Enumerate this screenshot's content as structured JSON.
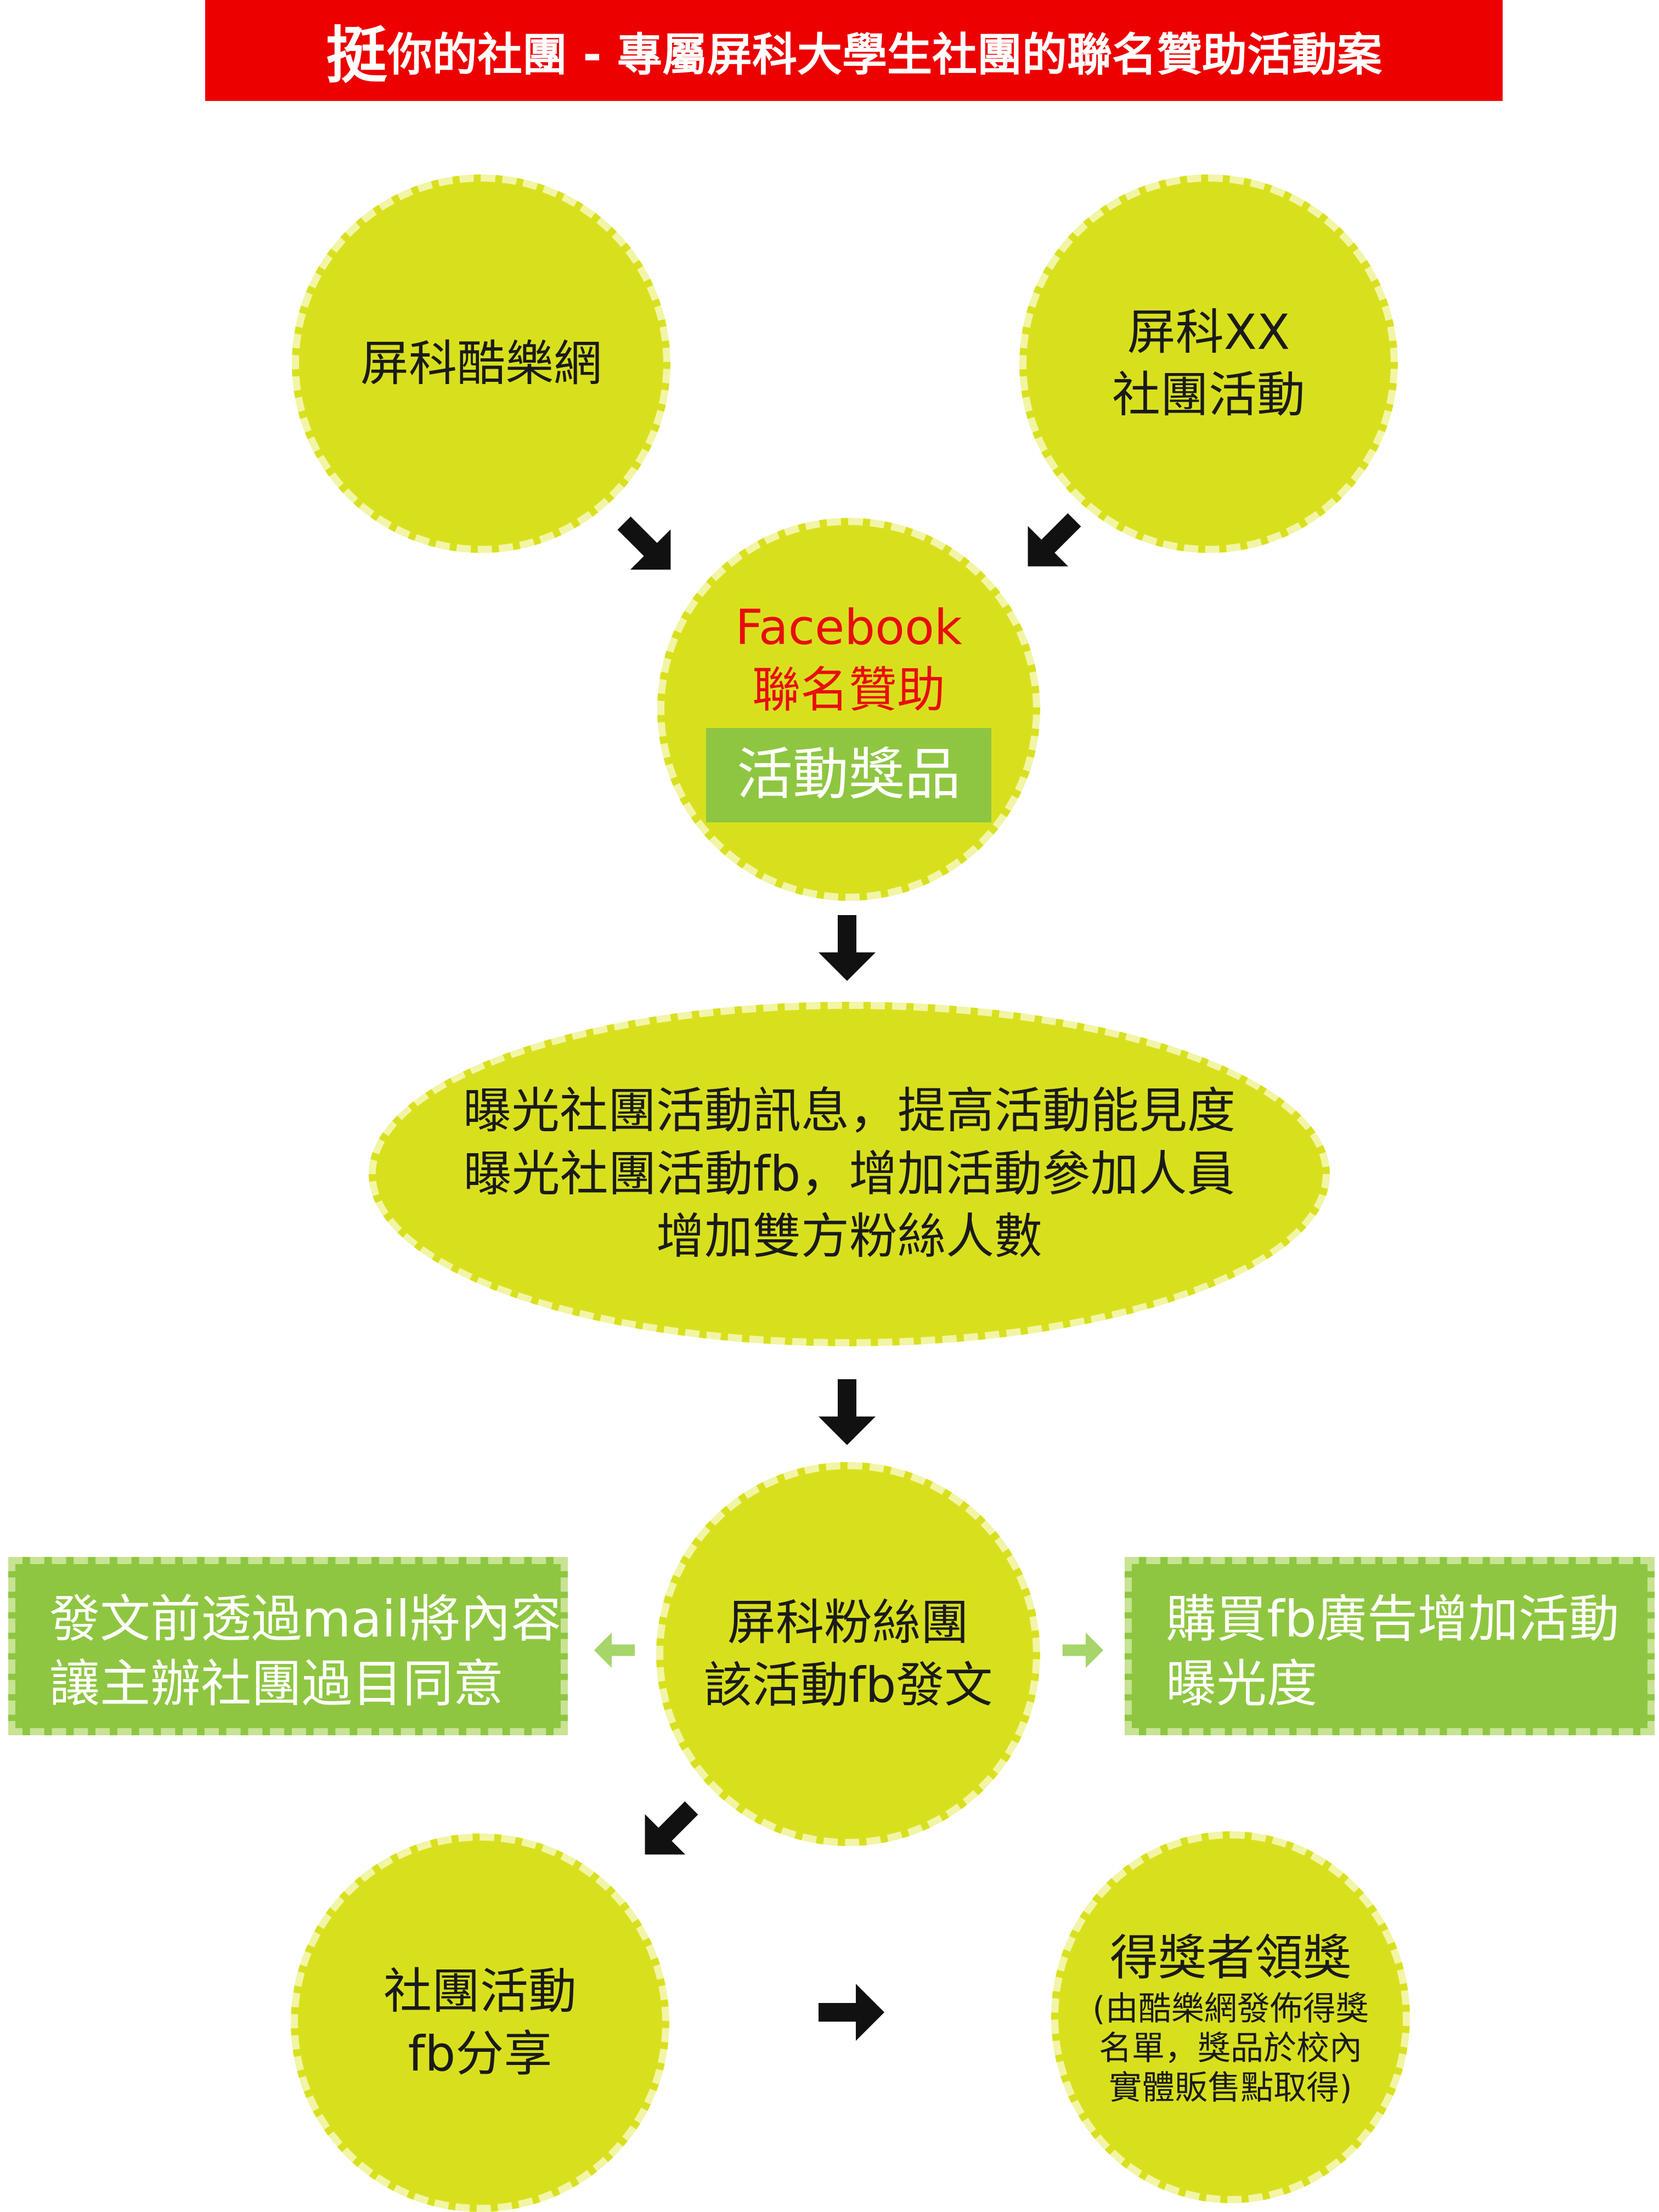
{
  "title": {
    "lead": "挺",
    "rest": "你的社團 - 專屬屏科大學生社團的聯名贊助活動案"
  },
  "nodes": {
    "music_net": "屏科酷樂網",
    "club_activity": [
      "屏科XX",
      "社團活動"
    ],
    "facebook_sponsor": {
      "line1": "Facebook",
      "line2": "聯名贊助",
      "prize": "活動獎品"
    },
    "exposure": [
      "曝光社團活動訊息，提高活動能見度",
      "曝光社團活動fb，增加活動參加人員",
      "增加雙方粉絲人數"
    ],
    "fan_group": [
      "屏科粉絲團",
      "該活動fb發文"
    ],
    "mail_approval": [
      "發文前透過mail將內容",
      "讓主辦社團過目同意"
    ],
    "buy_ads": [
      "購買fb廣告增加活動",
      "曝光度"
    ],
    "club_share": [
      "社團活動",
      "fb分享"
    ],
    "winner": {
      "title": "得獎者領獎",
      "note": [
        "(由酷樂網發佈得獎",
        "名單，獎品於校內",
        "實體販售點取得)"
      ]
    }
  },
  "colors": {
    "title_bg": "#ec0000",
    "node_fill": "#d8e01e",
    "box_fill": "#8ec641",
    "highlight_text": "#e80d0d",
    "arrow_dark": "#111111",
    "arrow_light": "#a6d56a"
  }
}
